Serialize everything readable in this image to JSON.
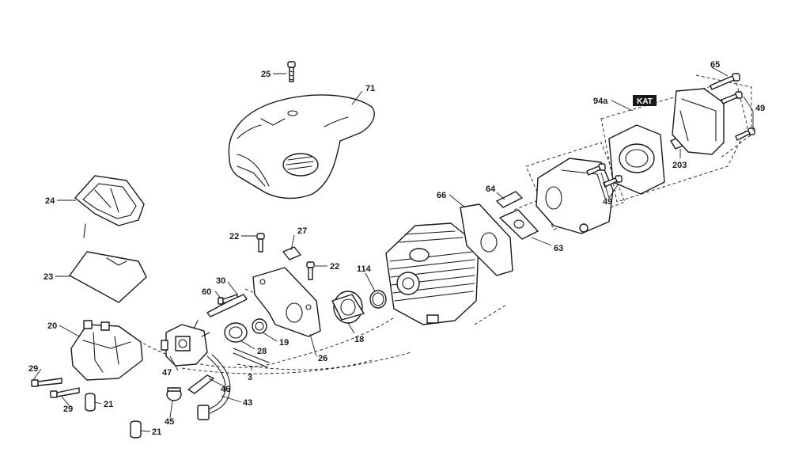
{
  "diagram": {
    "callouts": {
      "c25": "25",
      "c71": "71",
      "c65": "65",
      "c94a": "94a",
      "c49a": "49",
      "c203": "203",
      "c49b": "49",
      "c64": "64",
      "c66": "66",
      "c63": "63",
      "c24": "24",
      "c22a": "22",
      "c27": "27",
      "c22b": "22",
      "c114": "114",
      "c23": "23",
      "c30": "30",
      "c60": "60",
      "c20": "20",
      "c18": "18",
      "c19": "19",
      "c28": "28",
      "c26": "26",
      "c29a": "29",
      "c3": "3",
      "c47": "47",
      "c46": "46",
      "c29b": "29",
      "c21a": "21",
      "c45": "45",
      "c43": "43",
      "c21b": "21"
    },
    "badge": "KAT"
  }
}
